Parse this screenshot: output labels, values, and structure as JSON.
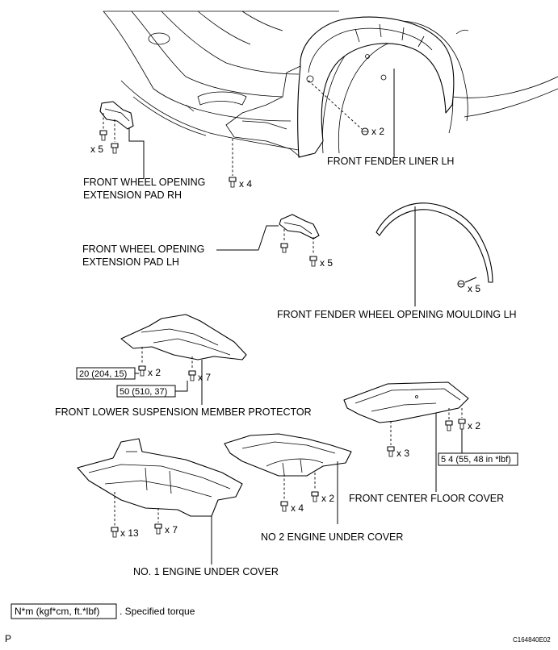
{
  "labels": {
    "front_fender_liner_lh": "FRONT FENDER LINER LH",
    "ext_pad_rh_line1": "FRONT WHEEL OPENING",
    "ext_pad_rh_line2": "EXTENSION PAD RH",
    "ext_pad_lh_line1": "FRONT WHEEL OPENING",
    "ext_pad_lh_line2": "EXTENSION PAD LH",
    "moulding_lh": "FRONT FENDER WHEEL OPENING MOULDING LH",
    "suspension_protector": "FRONT LOWER SUSPENSION MEMBER PROTECTOR",
    "front_center_floor_cover": "FRONT CENTER FLOOR COVER",
    "no2_engine_under_cover": "NO  2 ENGINE UNDER COVER",
    "no1_engine_under_cover": "NO. 1 ENGINE UNDER COVER"
  },
  "counts": {
    "liner_clip": "x 2",
    "pad_rh_screw": "x 5",
    "liner_bottom": "x 4",
    "pad_lh_screw": "x 5",
    "moulding_clip": "x 5",
    "protector_a": "x 2",
    "protector_b": "x 7",
    "floor_cover_a": "x 3",
    "floor_cover_b": "x 2",
    "no2_a": "x 4",
    "no2_b": "x 2",
    "no1_a": "x 13",
    "no1_b": "x 7"
  },
  "torques": {
    "protector_a": "20 (204, 15)",
    "protector_b": "50 (510, 37)",
    "floor_cover": "5 4 (55, 48 in *lbf)"
  },
  "legend": {
    "unit_box": "N*m (kgf*cm, ft.*lbf)",
    "description": ". Specified torque"
  },
  "footer": {
    "left_mark": "P",
    "figure_id": "C164840E02"
  }
}
